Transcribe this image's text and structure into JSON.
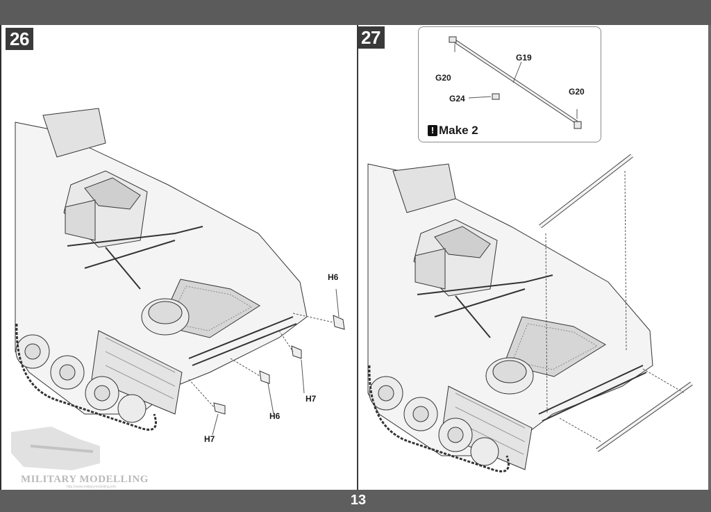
{
  "page": {
    "number": "13"
  },
  "steps": [
    {
      "number": "26",
      "labels": {
        "h6_upper": "H6",
        "h7_lower_right": "H7",
        "h6_lower": "H6",
        "h7_bottom": "H7"
      }
    },
    {
      "number": "27",
      "inset": {
        "labels": {
          "g19": "G19",
          "g20_left": "G20",
          "g24": "G24",
          "g20_right": "G20"
        },
        "note": "Make 2",
        "note_icon": "exclamation-icon"
      }
    }
  ],
  "watermark": {
    "text": "MILITARY MODELLING",
    "url": "http://www.militarymodelling.info"
  },
  "colors": {
    "bar": "#5b5b5b",
    "badge": "#3a3a3a",
    "line": "#333333"
  }
}
